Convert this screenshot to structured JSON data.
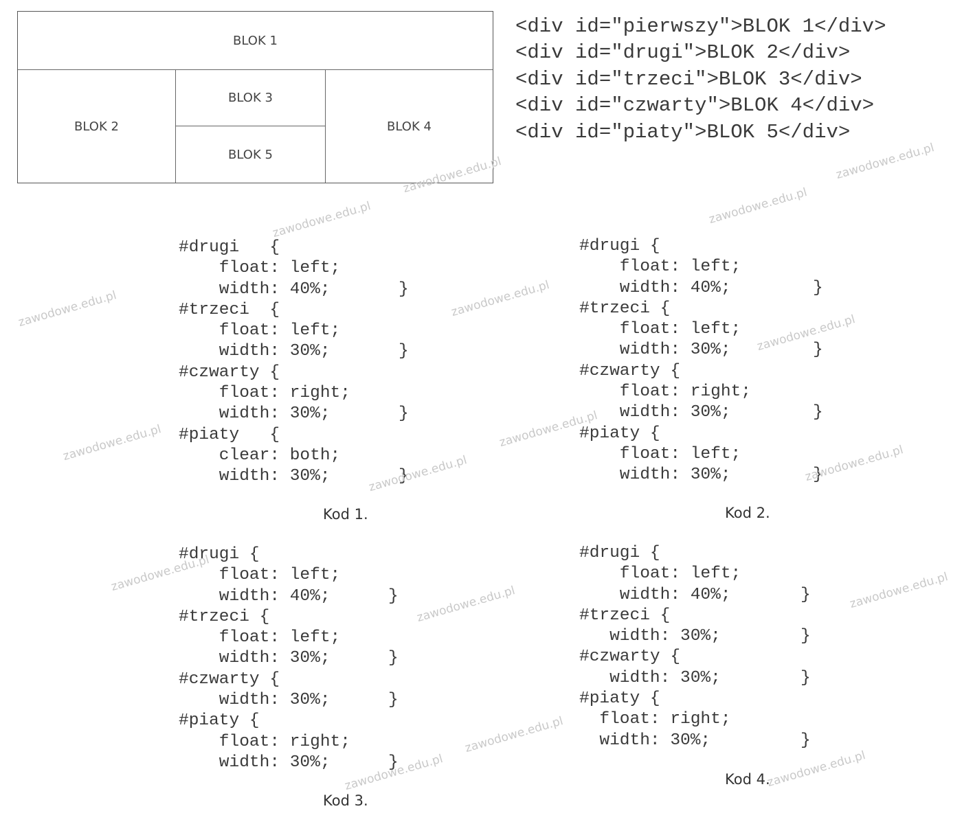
{
  "diagram": {
    "blok1": "BLOK 1",
    "blok2": "BLOK 2",
    "blok3": "BLOK 3",
    "blok4": "BLOK 4",
    "blok5": "BLOK 5"
  },
  "html_code": [
    "<div id=\"pierwszy\">BLOK 1</div>",
    "<div id=\"drugi\">BLOK 2</div>",
    "<div id=\"trzeci\">BLOK 3</div>",
    "<div id=\"czwarty\">BLOK 4</div>",
    "<div id=\"piaty\">BLOK 5</div>"
  ],
  "kod1": {
    "caption": "Kod 1.",
    "lines": [
      "#drugi   {",
      "    float: left;",
      "    width: 40%;",
      "#trzeci  {",
      "    float: left;",
      "    width: 30%;",
      "#czwarty {",
      "    float: right;",
      "    width: 30%;",
      "#piaty   {",
      "    clear: both;",
      "    width: 30%;"
    ]
  },
  "kod2": {
    "caption": "Kod 2.",
    "lines": [
      "#drugi {",
      "    float: left;",
      "    width: 40%;",
      "#trzeci {",
      "    float: left;",
      "    width: 30%;",
      "#czwarty {",
      "    float: right;",
      "    width: 30%;",
      "#piaty {",
      "    float: left;",
      "    width: 30%;"
    ]
  },
  "kod3": {
    "caption": "Kod 3.",
    "lines": [
      "#drugi {",
      "    float: left;",
      "    width: 40%;",
      "#trzeci {",
      "    float: left;",
      "    width: 30%;",
      "#czwarty {",
      "    width: 30%;",
      "#piaty {",
      "    float: right;",
      "    width: 30%;"
    ]
  },
  "kod4": {
    "caption": "Kod 4.",
    "lines": [
      "#drugi {",
      "    float: left;",
      "    width: 40%;",
      "#trzeci {",
      "   width: 30%;",
      "#czwarty {",
      "   width: 30%;",
      "#piaty {",
      "  float: right;",
      "  width: 30%;"
    ]
  },
  "closing_brace": "}",
  "watermark": "zawodowe.edu.pl"
}
